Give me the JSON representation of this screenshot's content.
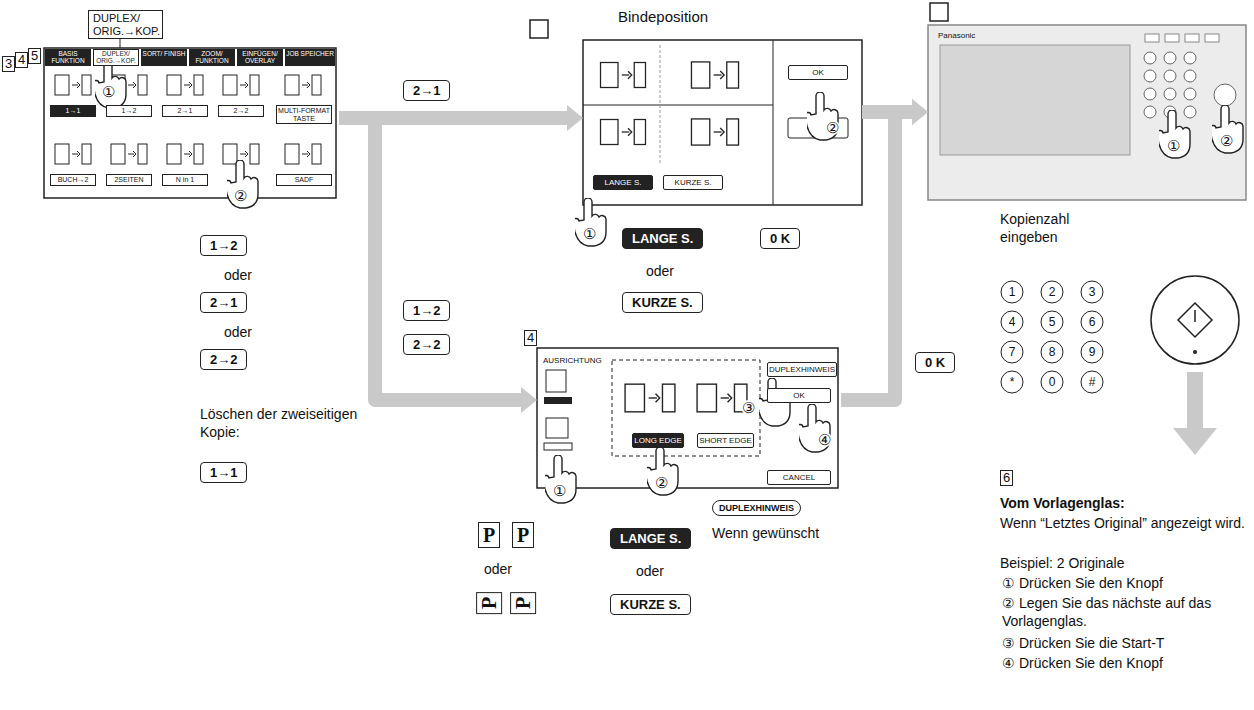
{
  "diagram": {
    "nodes": [
      {
        "text": [
          "BASIS FUNKTION",
          "DUPLEX/ ORIG.→KOP.",
          "SORT/ FINISH",
          "ZOOM/ FUNKTION",
          "EINFÜGEN/ OVERLAY",
          "JOB SPEICHER",
          "1→1",
          "1→2",
          "2→1",
          "2→2",
          "MULTI-FORMAT TASTE",
          "BUCH→2",
          "2SEITEN",
          "N in 1",
          "SADF"
        ]
      },
      {
        "text": [
          "Bindeposition",
          "LANGE S.",
          "KURZE S.",
          "OK"
        ]
      },
      {
        "text": [
          "AUSRICHTUNG",
          "LONG EDGE",
          "SHORT EDGE",
          "DUPLEXHINWEIS",
          "OK",
          "CANCEL"
        ]
      },
      {
        "text": [
          "Panasonic"
        ]
      }
    ],
    "edges": [
      {
        "from": 0,
        "to": 1,
        "arrow": "to"
      },
      {
        "from": 0,
        "to": 2,
        "arrow": "to"
      },
      {
        "from": 1,
        "to": 3,
        "arrow": "to"
      },
      {
        "from": 2,
        "to": 3,
        "arrow": "to"
      }
    ],
    "labels": [
      "DUPLEX/ ORIG.→KOP.",
      "3",
      "4",
      "5",
      "①",
      "②",
      "1→2",
      "oder",
      "2→1",
      "oder",
      "2→2",
      "Löschen der zweiseitigen Kopie:",
      "1→1",
      "2→1",
      "①",
      "②",
      "LANGE S.",
      "0 K",
      "oder",
      "KURZE S.",
      "1→2",
      "2→2",
      "4",
      "①",
      "②",
      "③",
      "④",
      "DUPLEXHINWEIS",
      "Wenn gewünscht",
      "P",
      "P",
      "oder",
      "P",
      "P",
      "LANGE S.",
      "oder",
      "KURZE S.",
      "0 K",
      "①",
      "②",
      "Kopienzahl eingeben",
      "1",
      "2",
      "3",
      "4",
      "5",
      "6",
      "7",
      "8",
      "9",
      "*",
      "0",
      "#",
      "6",
      "Vom Vorlagenglas:",
      "Wenn “Letztes Original” angezeigt wird.",
      "Beispiel: 2 Originale",
      "① Drücken Sie den Knopf",
      "② Legen Sie das nächste auf das Vorlagenglas.",
      "③ Drücken Sie die Start-T",
      "④ Drücken Sie den Knopf"
    ]
  }
}
